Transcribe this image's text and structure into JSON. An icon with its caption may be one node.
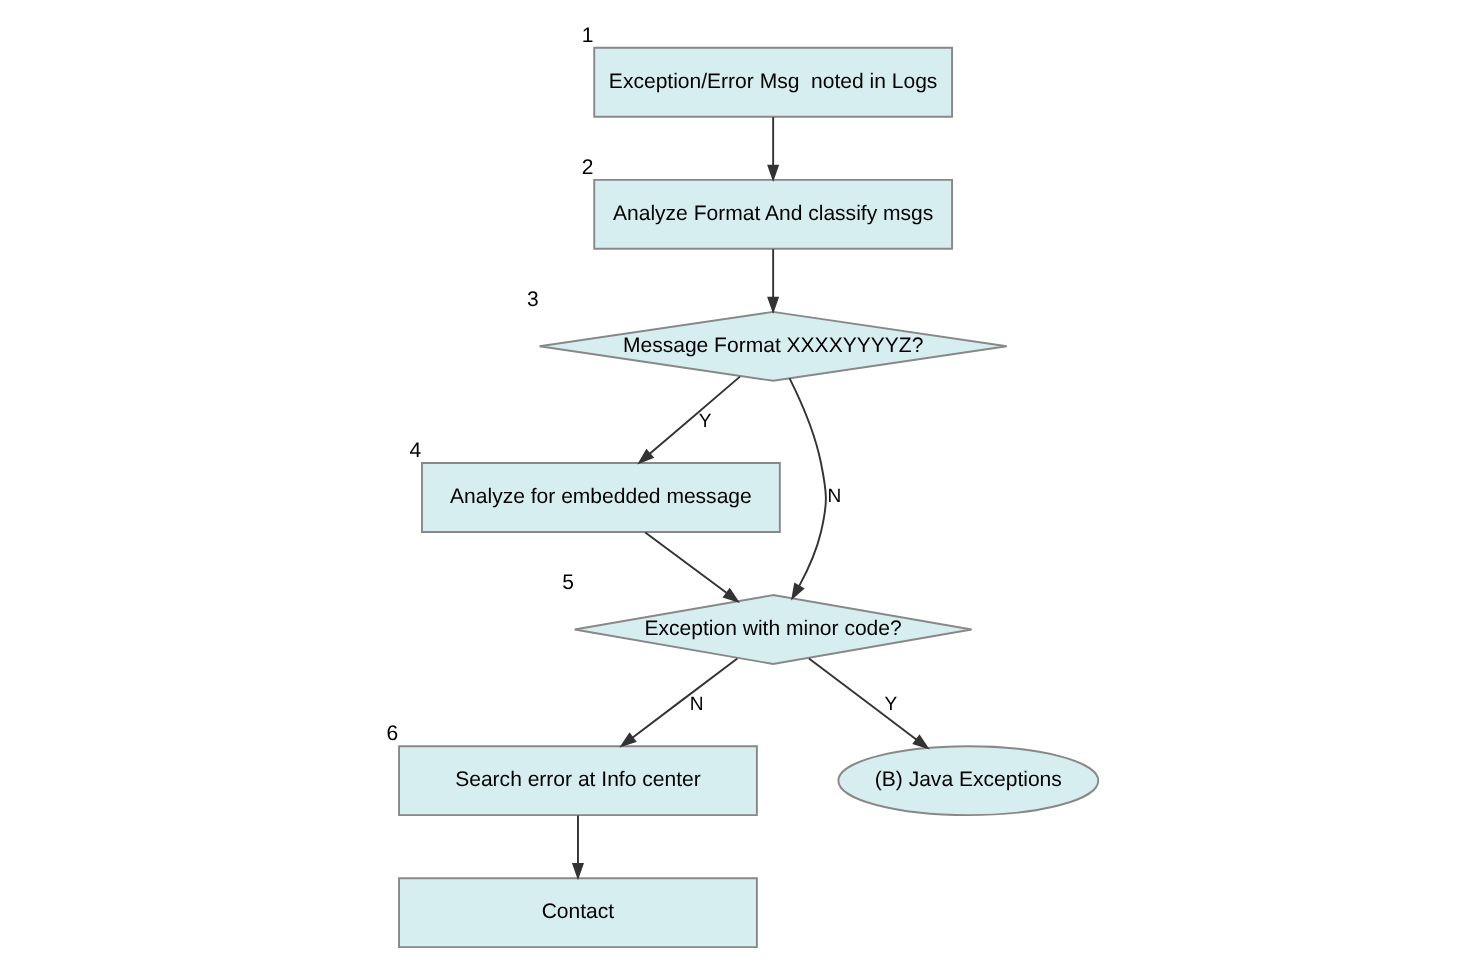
{
  "diagram": {
    "nodes": [
      {
        "text": [
          "Exception/Error Msg  noted in Logs"
        ],
        "beside": [
          "1"
        ]
      },
      {
        "text": [
          "Analyze Format And classify msgs"
        ],
        "beside": [
          "2"
        ]
      },
      {
        "text": [
          "Message Format XXXXYYYYZ?"
        ],
        "beside": [
          "3"
        ]
      },
      {
        "text": [
          "Analyze for embedded message"
        ],
        "beside": [
          "4"
        ]
      },
      {
        "text": [
          "Exception with minor code?"
        ],
        "beside": [
          "5"
        ]
      },
      {
        "text": [
          "Search error at Info center"
        ],
        "beside": [
          "6"
        ]
      },
      {
        "text": [
          "Contact"
        ]
      },
      {
        "text": [
          "(B) Java Exceptions"
        ]
      }
    ],
    "edges": [
      {
        "from": 0,
        "to": 1,
        "arrow": "to"
      },
      {
        "from": 1,
        "to": 2,
        "arrow": "to"
      },
      {
        "from": 2,
        "to": 3,
        "arrow": "to",
        "label": "Y"
      },
      {
        "from": 2,
        "to": 4,
        "arrow": "to",
        "label": "N"
      },
      {
        "from": 3,
        "to": 4,
        "arrow": "to"
      },
      {
        "from": 4,
        "to": 5,
        "arrow": "to",
        "label": "N"
      },
      {
        "from": 5,
        "to": 6,
        "arrow": "to"
      },
      {
        "from": 4,
        "to": 7,
        "arrow": "to",
        "label": "Y"
      }
    ]
  }
}
